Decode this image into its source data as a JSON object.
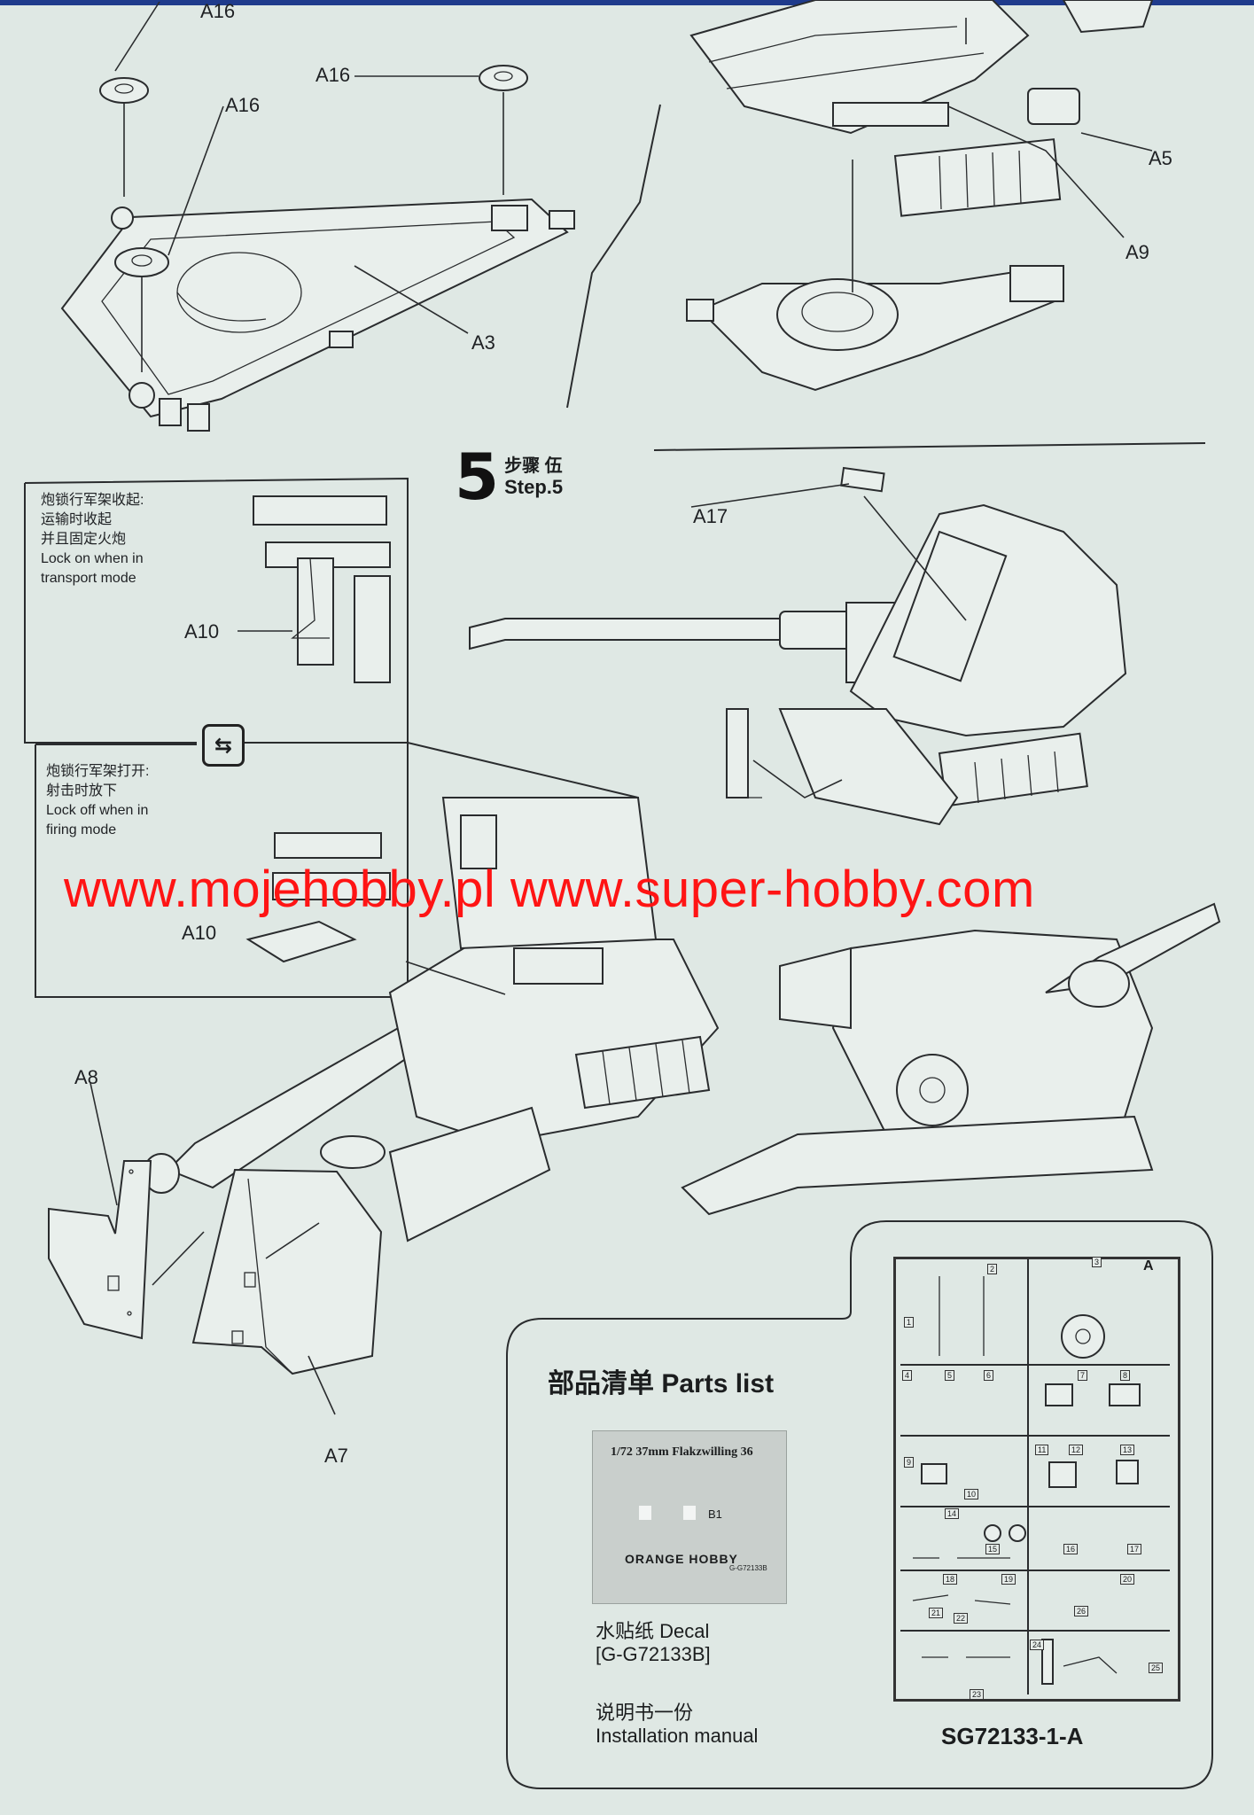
{
  "labels": {
    "a16_1": "A16",
    "a16_2": "A16",
    "a16_3": "A16",
    "a3": "A3",
    "a5": "A5",
    "a9": "A9",
    "a17": "A17",
    "a10_top": "A10",
    "a10_bottom": "A10",
    "a8": "A8",
    "a7": "A7"
  },
  "step": {
    "number": "5",
    "cn": "步骤 伍",
    "en": "Step.5"
  },
  "inset_top": {
    "cn_line1": "炮锁行军架收起:",
    "cn_line2": "运输时收起",
    "cn_line3": "并且固定火炮",
    "en_line1": "Lock on when in",
    "en_line2": "transport mode"
  },
  "inset_bottom": {
    "cn_line1": "炮锁行军架打开:",
    "cn_line2": "射击时放下",
    "en_line1": "Lock off when in",
    "en_line2": "firing mode"
  },
  "swap_icon": "swap-arrows-icon",
  "watermark": "www.mojehobby.pl www.super-hobby.com",
  "parts_list": {
    "title": "部品清单  Parts list",
    "decal_sheet_title": "1/72  37mm Flakzwilling 36",
    "decal_sheet_id": "B1",
    "brand": "ORANGE HOBBY",
    "decal_sheet_code": "G-G72133B",
    "decal_cn": "水贴纸   Decal",
    "decal_code": "[G-G72133B]",
    "manual_cn": "说明书一份",
    "manual_en": "Installation manual"
  },
  "sprue": {
    "letter": "A",
    "code": "SG72133-1-A",
    "numbers": [
      "1",
      "2",
      "3",
      "4",
      "5",
      "6",
      "7",
      "8",
      "9",
      "10",
      "11",
      "12",
      "13",
      "14",
      "15",
      "16",
      "17",
      "18",
      "19",
      "20",
      "21",
      "22",
      "23",
      "24",
      "25",
      "26"
    ]
  },
  "colors": {
    "paper": "#dfe8e4",
    "ink": "#2a2c2e",
    "watermark": "#ff1414",
    "top_strip": "#1f3b8c"
  }
}
